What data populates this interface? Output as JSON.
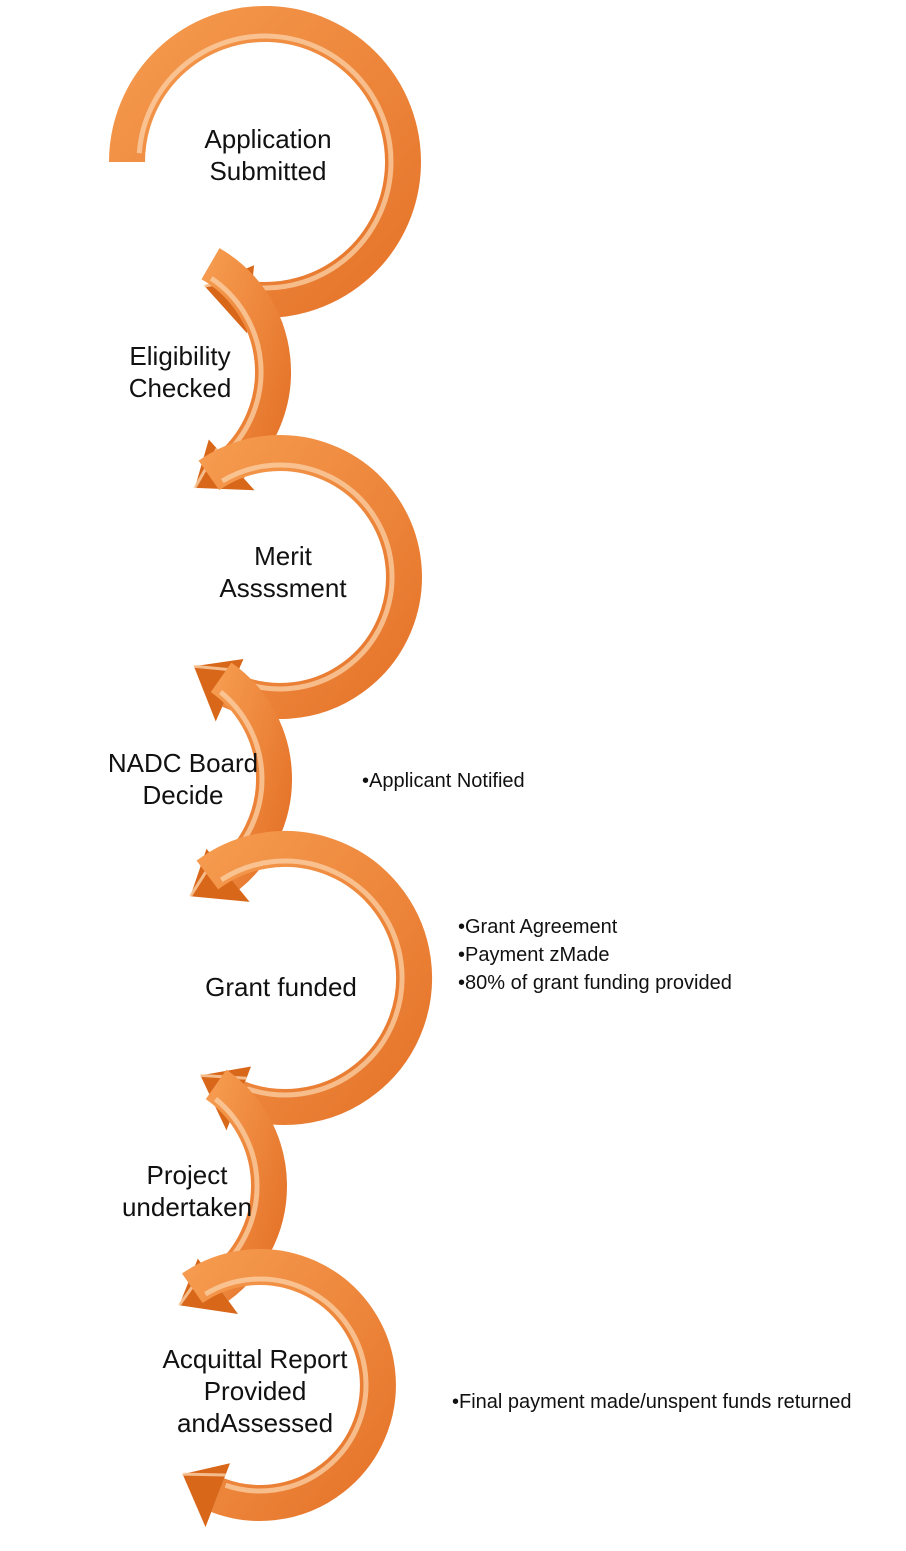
{
  "colors": {
    "arrow_orange": "#f08a3a",
    "arrow_dark": "#d8671a",
    "arrow_highlight": "#fbd2a8",
    "text": "#111111"
  },
  "steps": [
    {
      "lines": [
        "Application",
        "Submitted"
      ],
      "notes": []
    },
    {
      "lines": [
        "Eligibility",
        "Checked"
      ],
      "notes": []
    },
    {
      "lines": [
        "Merit",
        "Assssment"
      ],
      "notes": []
    },
    {
      "lines": [
        "NADC Board",
        "Decide"
      ],
      "notes": [
        "•Applicant Notified"
      ]
    },
    {
      "lines": [
        "Grant funded"
      ],
      "notes": [
        "•Grant Agreement",
        "•Payment zMade",
        "•80% of grant funding provided"
      ]
    },
    {
      "lines": [
        "Project",
        "undertaken"
      ],
      "notes": []
    },
    {
      "lines": [
        "Acquittal Report",
        "Provided",
        "andAssessed"
      ],
      "notes": [
        "•Final payment made/unspent funds returned"
      ]
    }
  ]
}
